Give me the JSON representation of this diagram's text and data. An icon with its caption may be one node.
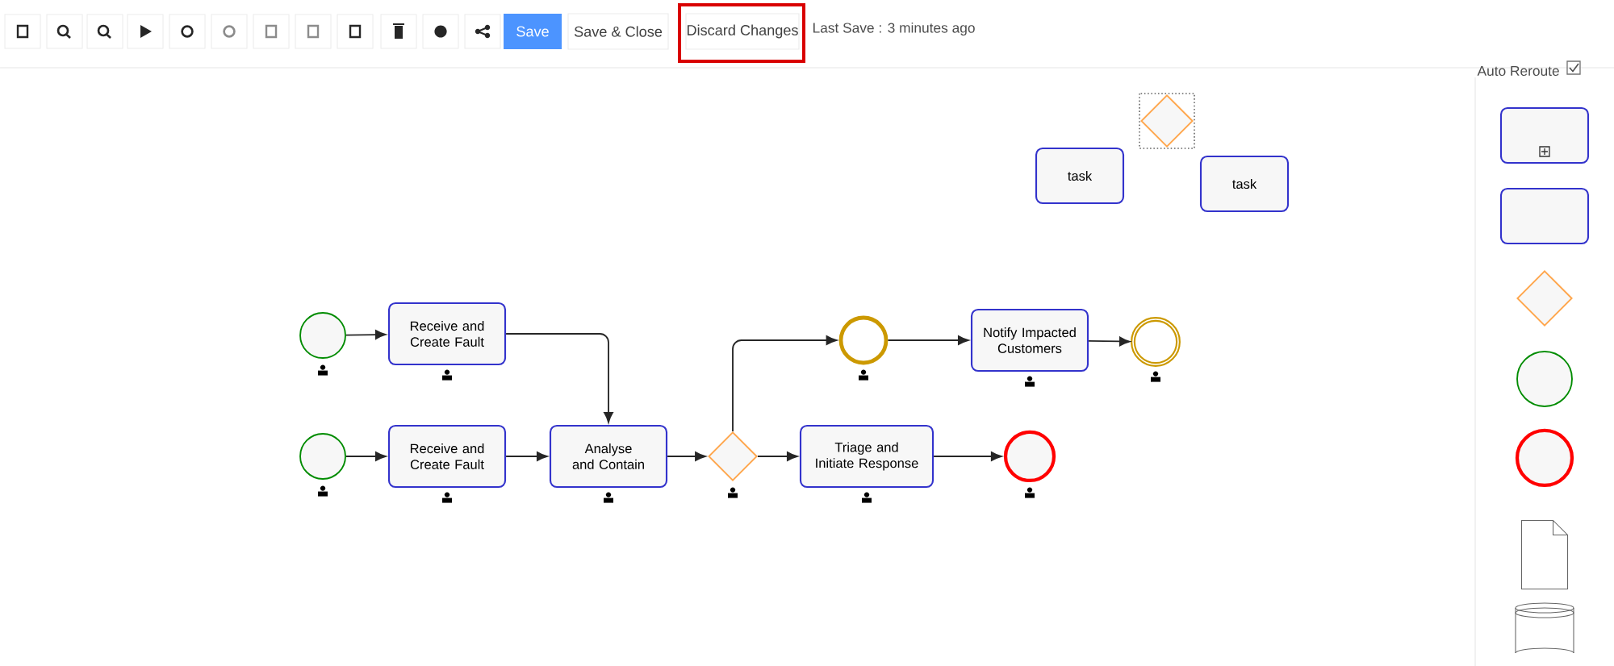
{
  "diagram": {
    "nodes": [
      {
        "text": [],
        "shape": "diamond"
      },
      {
        "text": [
          "task"
        ]
      },
      {
        "text": [
          "task"
        ]
      },
      {
        "text": [],
        "shape": "circle"
      },
      {
        "text": [
          "Receive and Create Fault"
        ]
      },
      {
        "text": [],
        "shape": "circle"
      },
      {
        "text": [
          "Notify Impacted Customers"
        ]
      },
      {
        "text": [],
        "shape": "circle"
      },
      {
        "text": [],
        "shape": "circle"
      },
      {
        "text": [
          "Receive and Create Fault"
        ]
      },
      {
        "text": [
          "Analyse and Contain"
        ]
      },
      {
        "text": [],
        "shape": "diamond"
      },
      {
        "text": [
          "Triage and Initiate Response"
        ]
      },
      {
        "text": [],
        "shape": "circle"
      },
      {
        "text": [],
        "shape": "box"
      },
      {
        "text": [],
        "shape": "box"
      },
      {
        "text": [],
        "shape": "diamond"
      },
      {
        "text": [],
        "shape": "circle"
      },
      {
        "text": [],
        "shape": "circle"
      },
      {
        "text": [],
        "shape": "document"
      },
      {
        "text": [],
        "shape": "cylinder"
      }
    ],
    "edges": [
      {
        "from": 3,
        "to": 4,
        "arrow": "to"
      },
      {
        "from": 4,
        "to": 10,
        "arrow": "to"
      },
      {
        "from": 8,
        "to": 9,
        "arrow": "to"
      },
      {
        "from": 9,
        "to": 10,
        "arrow": "to"
      },
      {
        "from": 10,
        "to": 11,
        "arrow": "to"
      },
      {
        "from": 11,
        "to": 5,
        "arrow": "to"
      },
      {
        "from": 5,
        "to": 6,
        "arrow": "to"
      },
      {
        "from": 6,
        "to": 7,
        "arrow": "to"
      },
      {
        "from": 11,
        "to": 12,
        "arrow": "to"
      },
      {
        "from": 12,
        "to": 13,
        "arrow": "to"
      }
    ],
    "labels": [
      "Save",
      "Save & Close",
      "Discard Changes",
      "Last Save : 3 minutes ago",
      "Auto Reroute"
    ]
  }
}
